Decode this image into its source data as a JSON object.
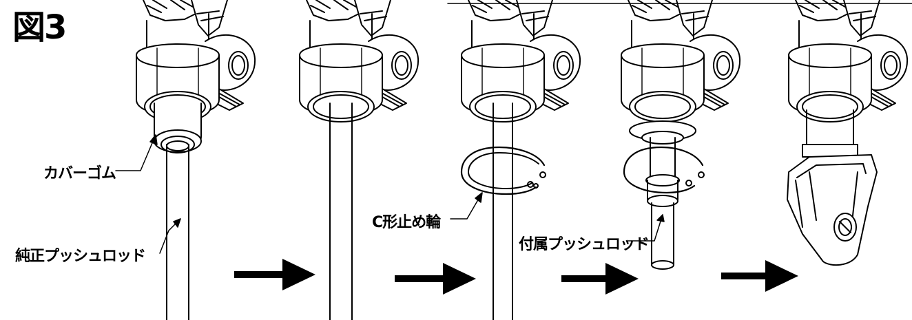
{
  "figure": {
    "title": "図3"
  },
  "callouts": {
    "cover_rubber": "カバーゴム",
    "stock_push_rod": "純正プッシュロッド",
    "c_ring": "C形止め輪",
    "included_push_rod": "付属プッシュロッド"
  },
  "colors": {
    "line": "#000000",
    "background": "#ffffff"
  }
}
